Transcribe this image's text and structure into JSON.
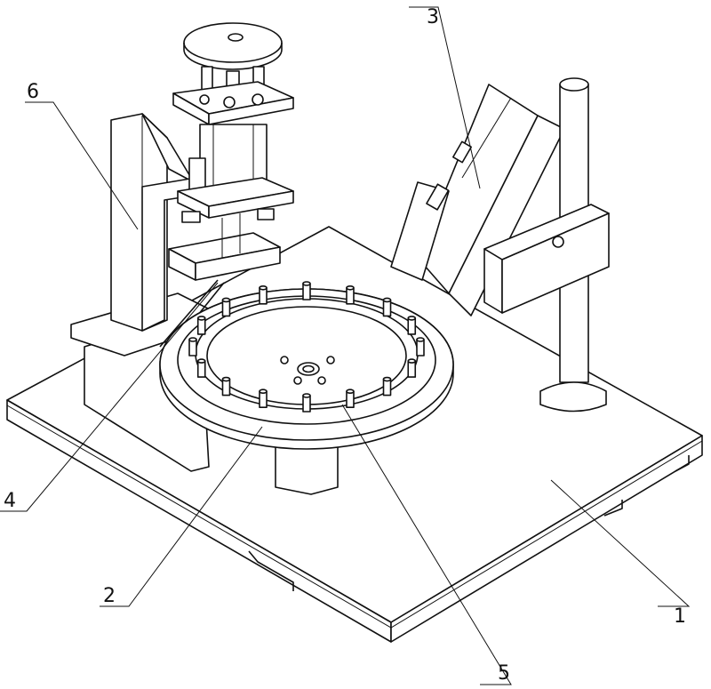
{
  "figure": {
    "labels": {
      "base_plate": "1",
      "turntable": "2",
      "slide_module": "3",
      "guide": "4",
      "pin": "5",
      "frame": "6"
    }
  }
}
